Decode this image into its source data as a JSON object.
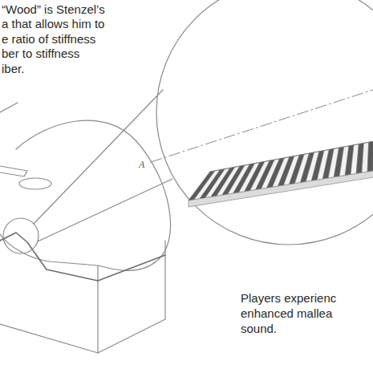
{
  "diagram": {
    "labels": [
      "“Wood” is Stenzel’s",
      "a that allows him to",
      "e ratio of stiffness",
      "ber to stiffness",
      "iber.",
      "A",
      "Players experienc",
      "enhanced mallea",
      "sound."
    ]
  }
}
